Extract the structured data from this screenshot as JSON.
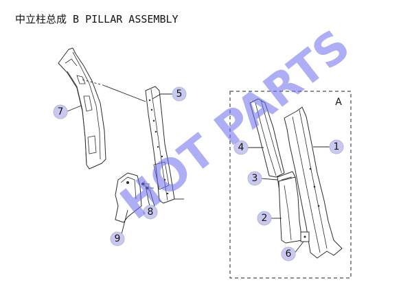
{
  "title": "中立柱总成 B PILLAR  ASSEMBLY",
  "watermark": "HOT PARTS",
  "subassembly_label": "A",
  "callouts": [
    "1",
    "2",
    "3",
    "4",
    "5",
    "6",
    "7",
    "8",
    "9"
  ],
  "colors": {
    "callout_fill": "#c9c9ef",
    "watermark": "#6b6bf0",
    "line": "#2b2b2b"
  }
}
